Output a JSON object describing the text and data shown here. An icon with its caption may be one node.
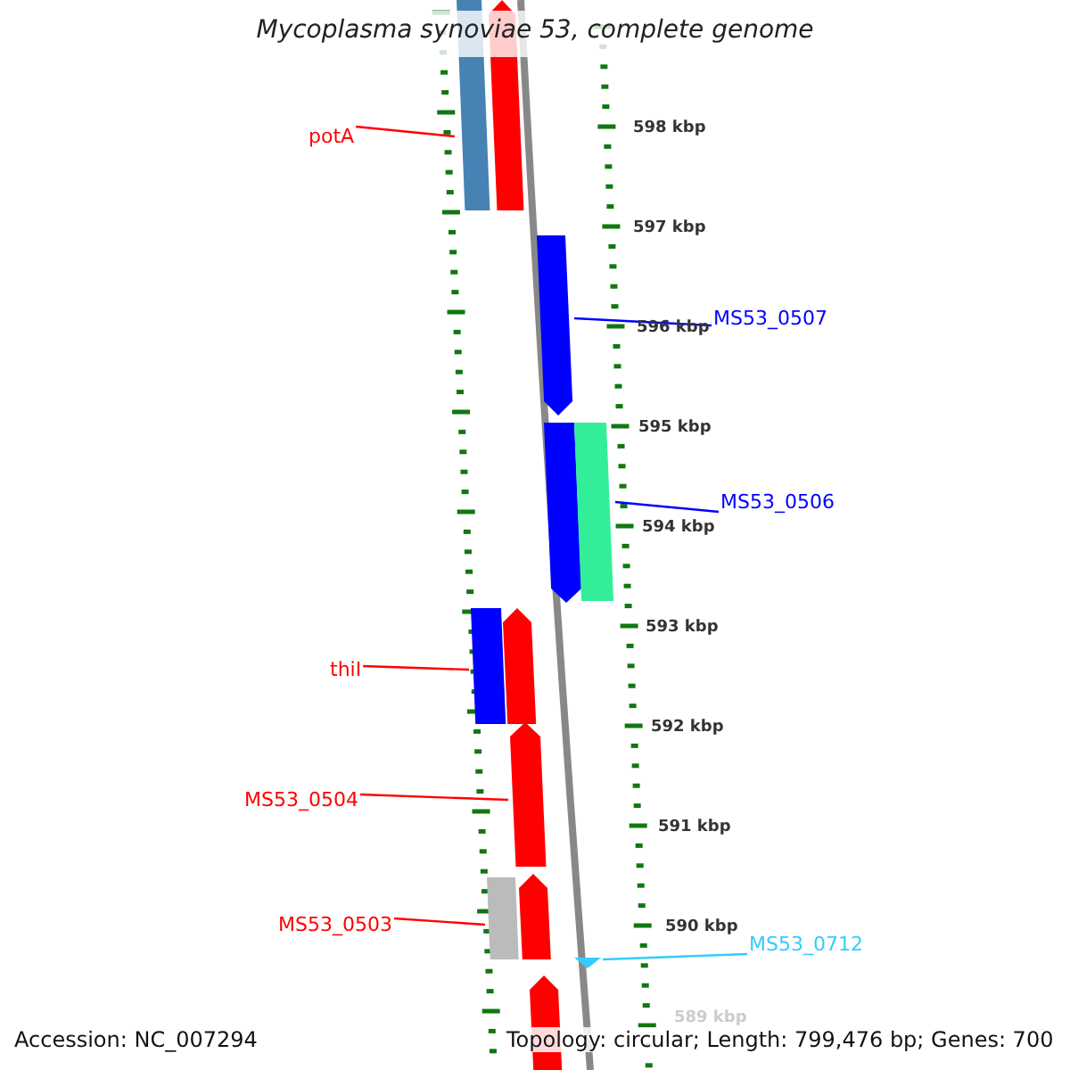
{
  "diagram": {
    "title": "Mycoplasma synoviae 53, complete genome",
    "nodes": [
      {
        "text": [
          "potA"
        ]
      },
      {
        "text": [
          "MS53_0507"
        ]
      },
      {
        "text": [
          "MS53_0506"
        ]
      },
      {
        "text": [
          "thiI"
        ]
      },
      {
        "text": [
          "MS53_0504"
        ]
      },
      {
        "text": [
          "MS53_0503"
        ]
      },
      {
        "text": [
          "MS53_0712"
        ]
      },
      {
        "text": [],
        "shape": "bar"
      },
      {
        "text": [],
        "shape": "pentagon"
      },
      {
        "text": [],
        "shape": "pentagon"
      },
      {
        "text": [],
        "shape": "pentagon"
      },
      {
        "text": [],
        "shape": "bar"
      },
      {
        "text": [],
        "shape": "bar"
      },
      {
        "text": [],
        "shape": "pentagon"
      },
      {
        "text": [],
        "shape": "pentagon"
      },
      {
        "text": [],
        "shape": "bar"
      },
      {
        "text": [],
        "shape": "pentagon"
      },
      {
        "text": [],
        "shape": "triangle"
      },
      {
        "text": [],
        "shape": "pentagon"
      }
    ],
    "edges": [
      {
        "from": 0,
        "to": 7,
        "arrow": "none"
      },
      {
        "from": 1,
        "to": 9,
        "arrow": "none",
        "color": "#0000ff"
      },
      {
        "from": 2,
        "to": 11,
        "arrow": "none",
        "color": "#0000ff"
      },
      {
        "from": 3,
        "to": 12,
        "arrow": "none"
      },
      {
        "from": 4,
        "to": 14,
        "arrow": "none"
      },
      {
        "from": 5,
        "to": 15,
        "arrow": "none"
      },
      {
        "from": 6,
        "to": 17,
        "arrow": "none",
        "color": "#33ccff"
      }
    ],
    "labels": [
      "598 kbp",
      "597 kbp",
      "596 kbp",
      "595 kbp",
      "594 kbp",
      "593 kbp",
      "592 kbp",
      "591 kbp",
      "590 kbp",
      "589 kbp",
      "Accession: NC_007294",
      "Topology: circular; Length: 799,476 bp; Genes: 700"
    ]
  }
}
